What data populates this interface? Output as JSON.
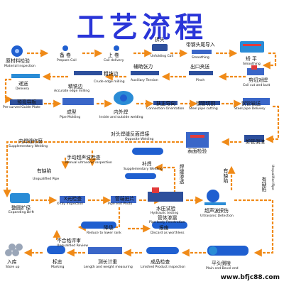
{
  "title": "工艺流程",
  "colors": {
    "title": "#2a35d8",
    "arrow": "#f08a17",
    "pipe": "#1f5fd0"
  },
  "watermark": "www.bfjc88.com",
  "steps": {
    "s1": {
      "zh": "原材料检验",
      "en": "Material inspection"
    },
    "s2": {
      "zh": "备  卷",
      "en": "Prepare  Coil"
    },
    "s3": {
      "zh": "上  卷",
      "en": "Coil  delivery"
    },
    "s4": {
      "zh": "拆头",
      "en": "Unfolding Coil"
    },
    "s5": {
      "zh": "带钢头尾导入",
      "en": "Smoothing"
    },
    "s6": {
      "zh": "矫  平",
      "en": "Smoothing"
    },
    "s7": {
      "zh": "剪切对焊",
      "en": "Coil cut and butt"
    },
    "s8": {
      "zh": "出口夹送",
      "en": "Pinch"
    },
    "s9": {
      "zh": "辅助张力",
      "en": "Auxiliary Tension"
    },
    "s10": {
      "zh": "粗铣边",
      "en": "Crude edge milling"
    },
    "s11": {
      "zh": "精铣边",
      "en": "Accurate edge milling"
    },
    "s12": {
      "zh": "递送",
      "en": "Delivery"
    },
    "s13": {
      "zh": "预弯导板",
      "en": "Pre-curved Guide Plate"
    },
    "s14": {
      "zh": "成型",
      "en": "Pipe Molding"
    },
    "s15": {
      "zh": "内外焊",
      "en": "Inside and outside welding"
    },
    "s16": {
      "zh": "扶正导向",
      "en": "Connection Orientation"
    },
    "s17": {
      "zh": "钢管切割",
      "en": "Steel pipe cutting"
    },
    "s18": {
      "zh": "钢管输送",
      "en": "Steel pipe Delivery"
    },
    "s19": {
      "zh": "卸管倒渣",
      "en": ""
    },
    "s20": {
      "zh": "对头焊缝反面焊接",
      "en": "Opposite Welding"
    },
    "s21": {
      "zh": "表面检验",
      "en": ""
    },
    "s22": {
      "zh": "内焊缝修磨",
      "en": "Supplementary Welding"
    },
    "s23": {
      "zh": "手动超声波检查",
      "en": "Manual ultrasonic inspection"
    },
    "s24": {
      "zh": "补焊",
      "en": "Supplementary Welding"
    },
    "s25": {
      "zh": "有缺陷",
      "en": "Unqualified Pipe"
    },
    "s26": {
      "zh": "整圆扩径",
      "en": "Expanding Drift"
    },
    "s27": {
      "zh": "X光检查",
      "en": "X-ray Inspection"
    },
    "s28": {
      "zh": "管端拍片",
      "en": "Pipe end Photo"
    },
    "s29": {
      "zh": "水压试验",
      "en": "Hydraulic testing"
    },
    "s30": {
      "zh": "管体渗漏",
      "en": "Pipe body Penetration"
    },
    "s31": {
      "zh": "超声波探伤",
      "en": "Ultrasonic Detection"
    },
    "s32": {
      "zh": "降级",
      "en": "Reduce to lower rank"
    },
    "s33": {
      "zh": "报废",
      "en": "Discard as worthless"
    },
    "s34": {
      "zh": "不合格评审",
      "en": "Unqualified Review"
    },
    "s35": {
      "zh": "入库",
      "en": "Store up"
    },
    "s36": {
      "zh": "标志",
      "en": "Marking"
    },
    "s37": {
      "zh": "测长计重",
      "en": "Length and weight measuring"
    },
    "s38": {
      "zh": "成品检查",
      "en": "Linished Product inspection"
    },
    "s39": {
      "zh": "平头倒棱",
      "en": "Plain end Bevel end"
    }
  },
  "vertical": {
    "v1": {
      "zh": "焊缝渗透"
    },
    "v2": {
      "zh": "有缺陷"
    },
    "v3": {
      "zh": "有缺陷"
    },
    "v4": {
      "en": "Unqualified Pipe"
    }
  }
}
